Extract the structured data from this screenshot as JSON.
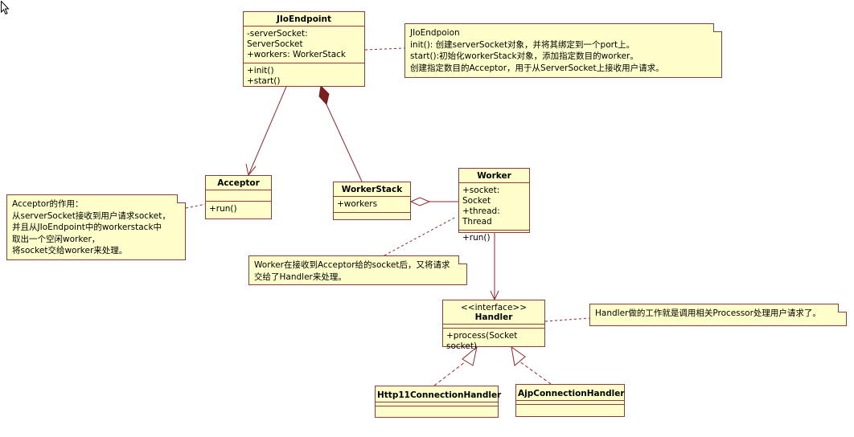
{
  "classes": {
    "jioendpoint": {
      "name": "JIoEndpoint",
      "attributes": [
        "-serverSocket: ServerSocket",
        "+workers: WorkerStack"
      ],
      "operations": [
        "+init()",
        "+start()"
      ]
    },
    "acceptor": {
      "name": "Acceptor",
      "operations": [
        "+run()"
      ]
    },
    "workerstack": {
      "name": "WorkerStack",
      "attributes": [
        "+workers"
      ]
    },
    "worker": {
      "name": "Worker",
      "attributes": [
        "+socket: Socket",
        "+thread: Thread"
      ],
      "operations": [
        "+run()"
      ]
    },
    "handler": {
      "stereotype": "<<interface>>",
      "name": "Handler",
      "operations": [
        "+process(Socket socket)"
      ]
    },
    "http11": {
      "name": "Http11ConnectionHandler"
    },
    "ajp": {
      "name": "AjpConnectionHandler"
    }
  },
  "notes": {
    "jioendpoint": [
      "JIoEndpoion",
      "init(): 创建serverSocket对象，并将其绑定到一个port上。",
      "start():初始化workerStack对象，添加指定数目的worker。",
      "创建指定数目的Acceptor，用于从ServerSocket上接收用户请求。"
    ],
    "acceptor": [
      "Acceptor的作用：",
      "从serverSocket接收到用户请求socket，",
      "并且从JIoEndpoint中的workerstack中",
      "取出一个空闲worker，",
      "将socket交给worker来处理。"
    ],
    "worker": [
      "Worker在接收到Acceptor给的socket后，又将请求",
      "交给了Handler来处理。"
    ],
    "handler": [
      "Handler做的工作就是调用相关Processor处理用户请求了。"
    ]
  },
  "colors": {
    "fill": "#ffffcc",
    "border": "#8a3b3b",
    "connector": "#8a2a2a",
    "composition": "#7a1f1f"
  }
}
